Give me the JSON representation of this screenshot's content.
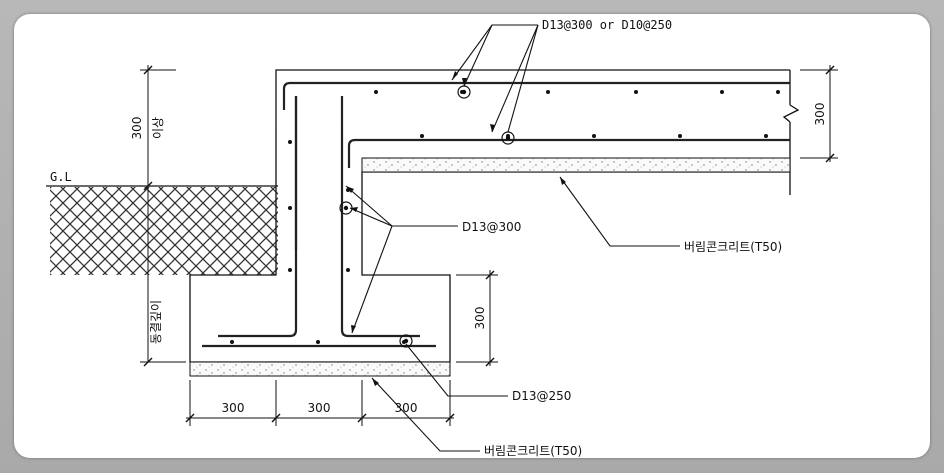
{
  "labels": {
    "slab_rebar": "D13@300 or D10@250",
    "wall_rebar": "D13@300",
    "footing_rebar": "D13@250",
    "lean_concrete_slab": "버림콘크리트(T50)",
    "lean_concrete_footing": "버림콘크리트(T50)",
    "ground_level": "G.L",
    "wall_height_dim": "300",
    "wall_height_note": "이상",
    "slab_thickness_dim": "300",
    "footing_depth_dim": "300",
    "frost_depth_note": "동결깊이",
    "footing_width_dims": [
      "300",
      "300",
      "300"
    ]
  }
}
